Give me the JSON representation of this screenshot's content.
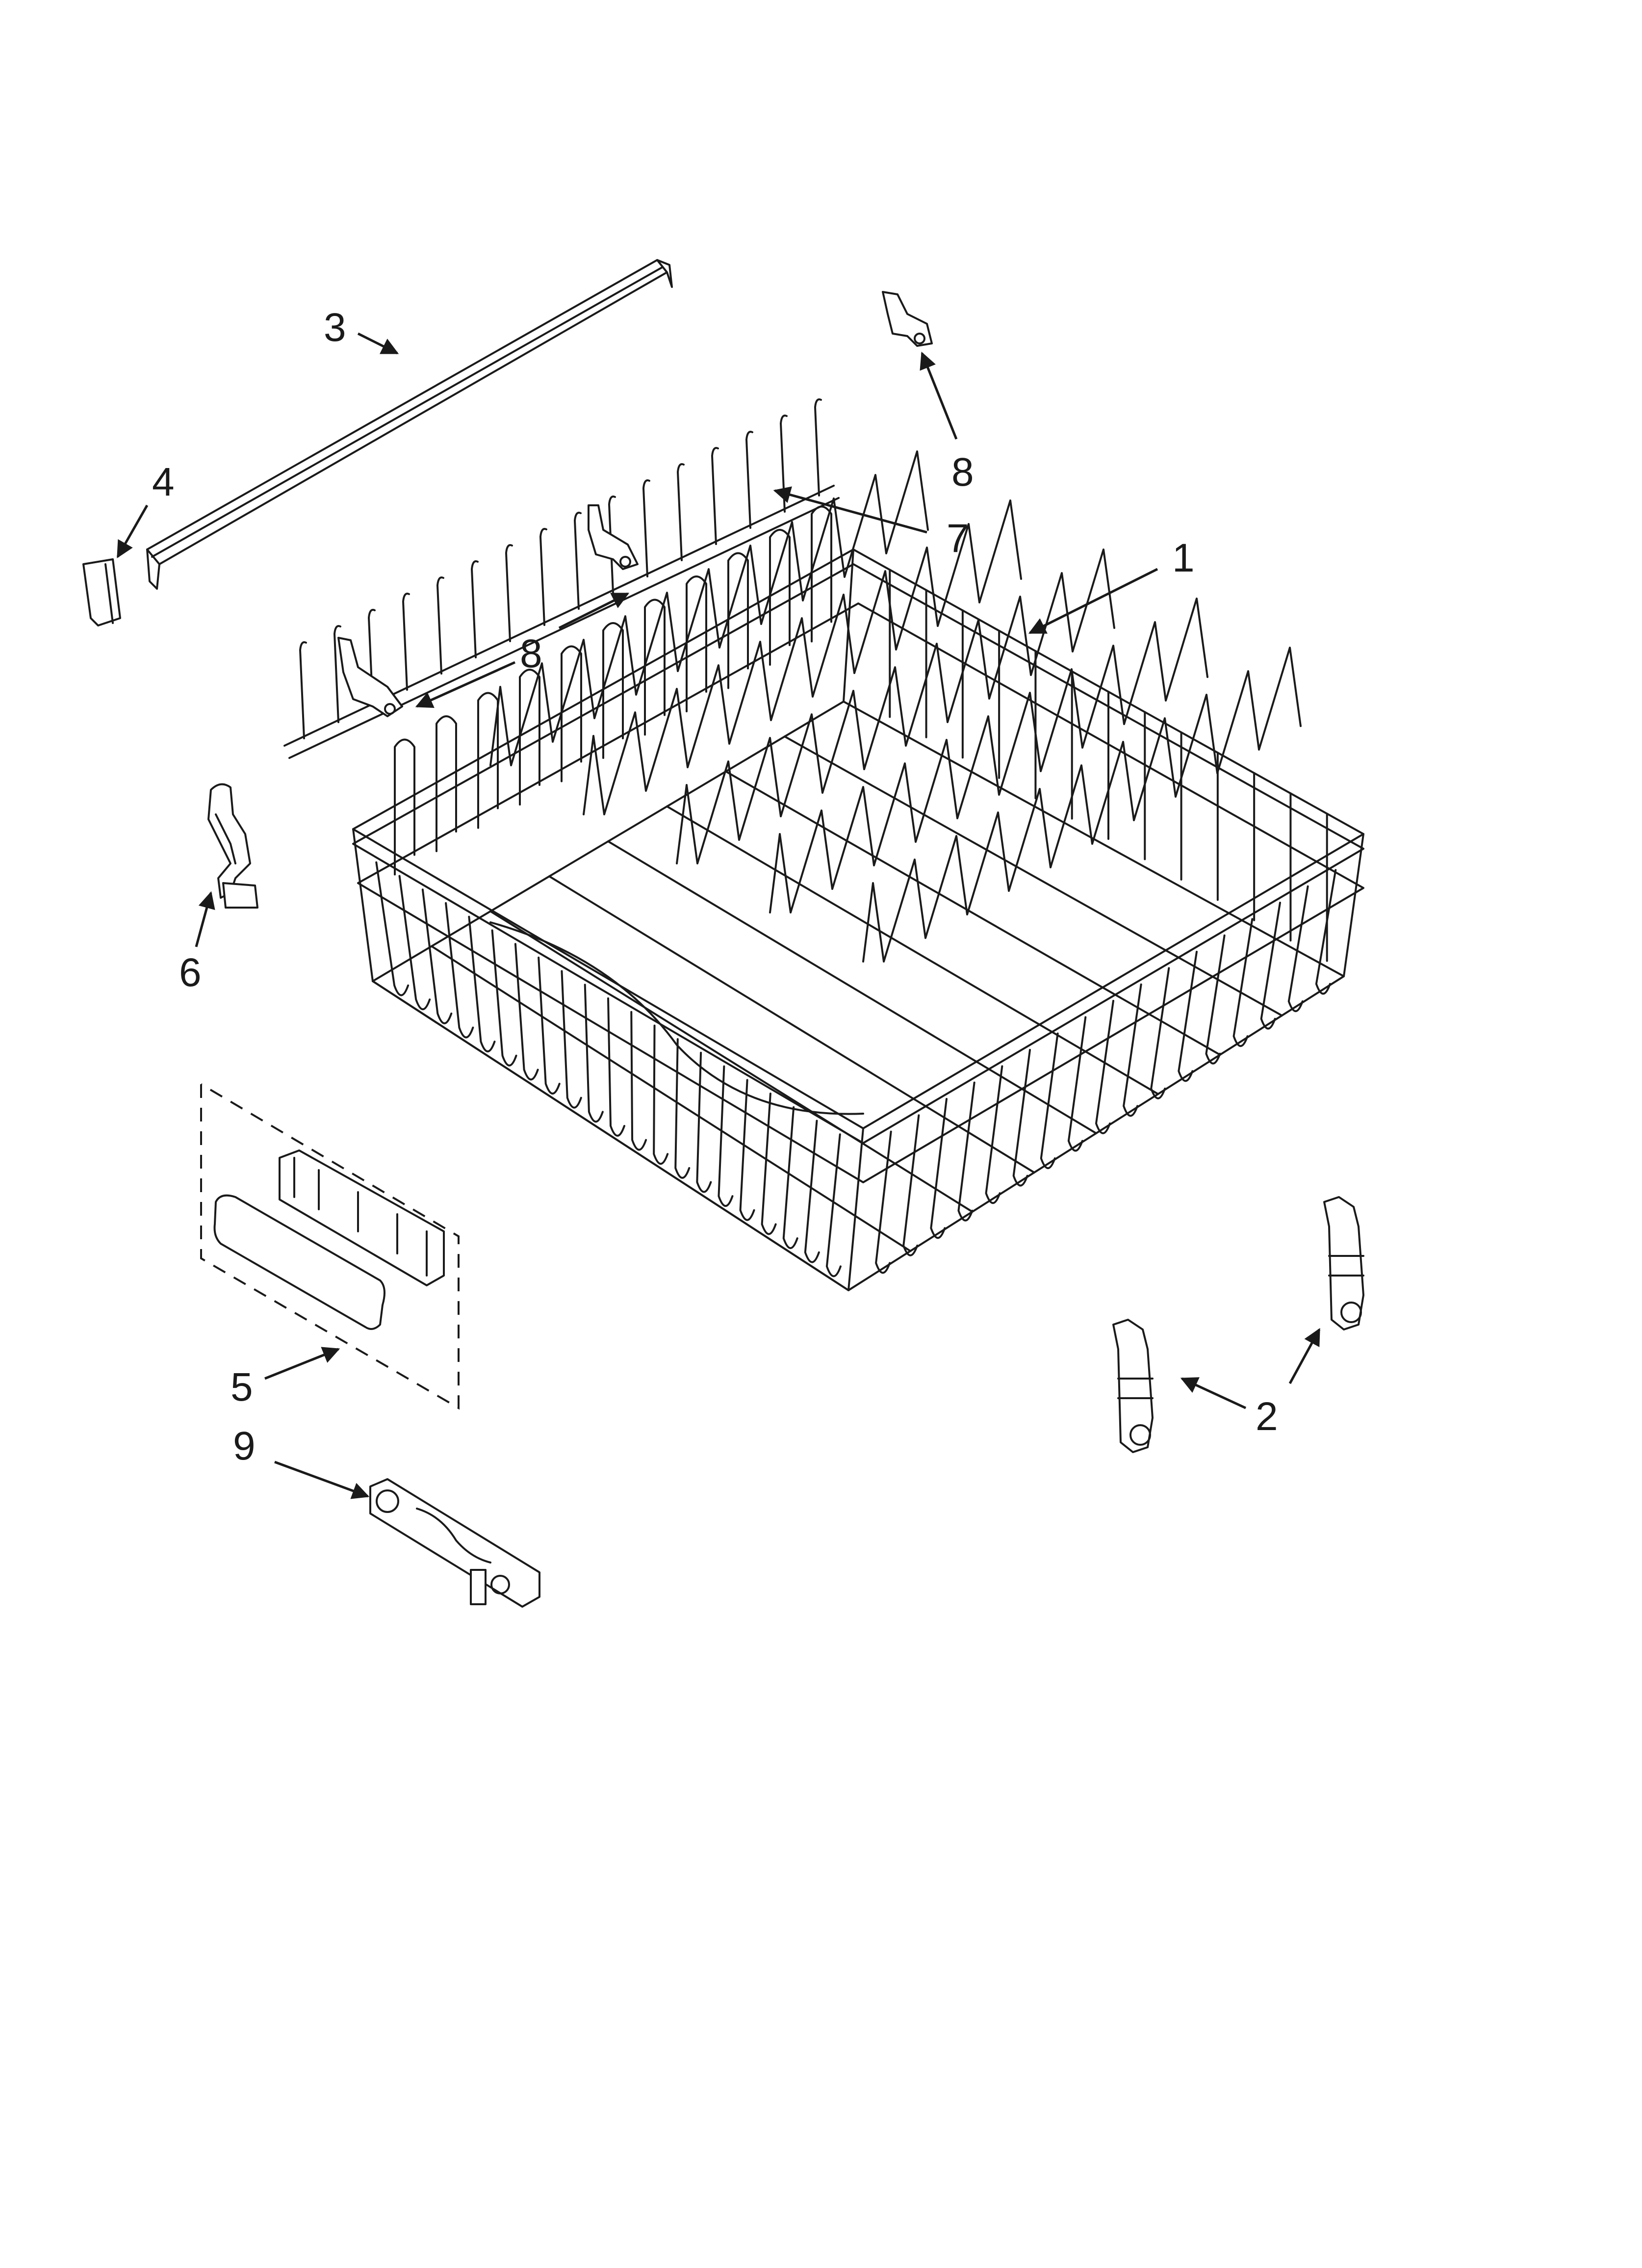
{
  "callouts": {
    "part_1": "1",
    "part_2": "2",
    "part_3": "3",
    "part_4": "4",
    "part_5": "5",
    "part_6": "6",
    "part_7": "7",
    "part_8_upper": "8",
    "part_8_lower": "8",
    "part_9": "9"
  }
}
